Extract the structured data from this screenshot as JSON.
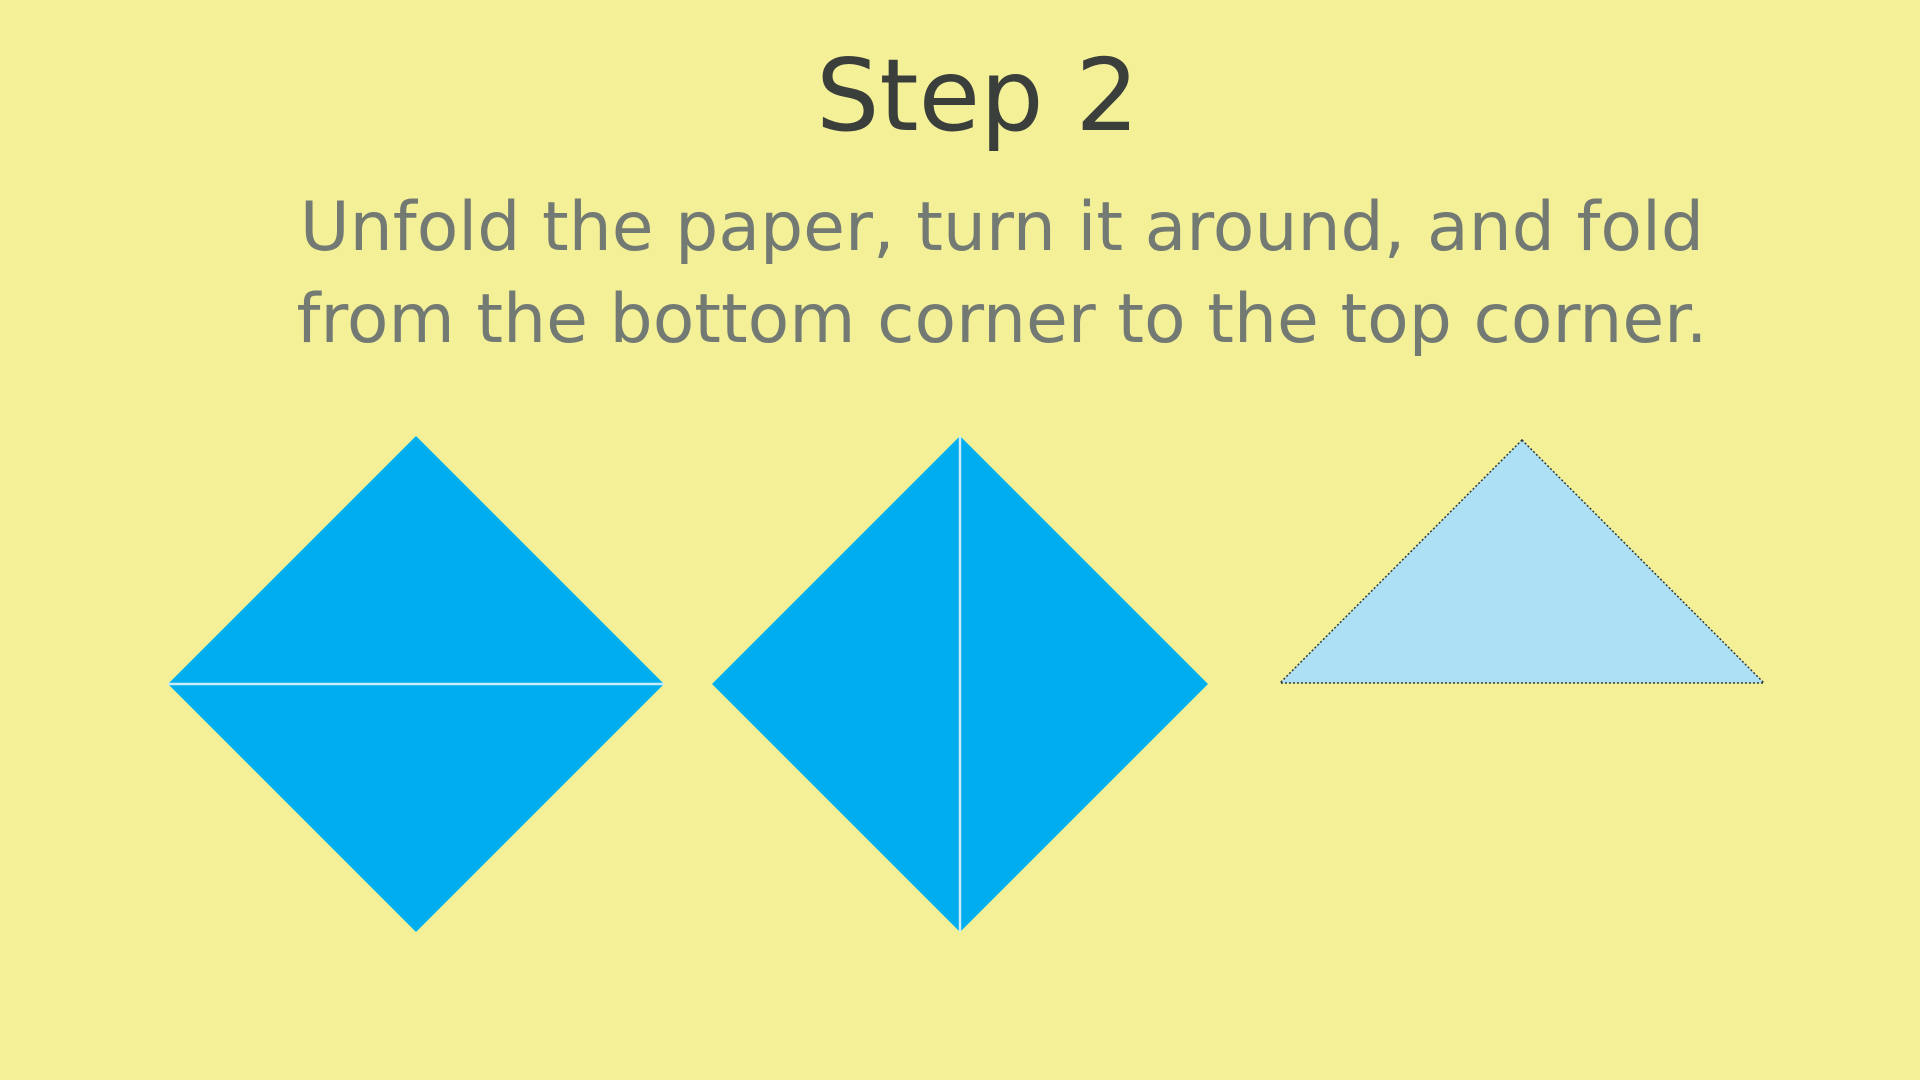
{
  "slide": {
    "title": "Step 2",
    "instruction_lines": [
      "Unfold the paper, turn it around, and fold",
      "from the bottom corner to the top corner."
    ]
  },
  "figures": [
    {
      "name": "unfolded-square-horizontal-crease",
      "fill": "#00adee",
      "crease": "horizontal"
    },
    {
      "name": "turned-square-vertical-crease",
      "fill": "#00adee",
      "crease": "vertical"
    },
    {
      "name": "folded-triangle",
      "fill": "#ade0f5",
      "outline": "dotted"
    }
  ],
  "colors": {
    "background": "#f4f098",
    "paper": "#00adee",
    "paper_folded": "#ade0f5",
    "crease": "#c9ecf8",
    "title": "#3b3f3b",
    "body_text": "#737a73"
  }
}
